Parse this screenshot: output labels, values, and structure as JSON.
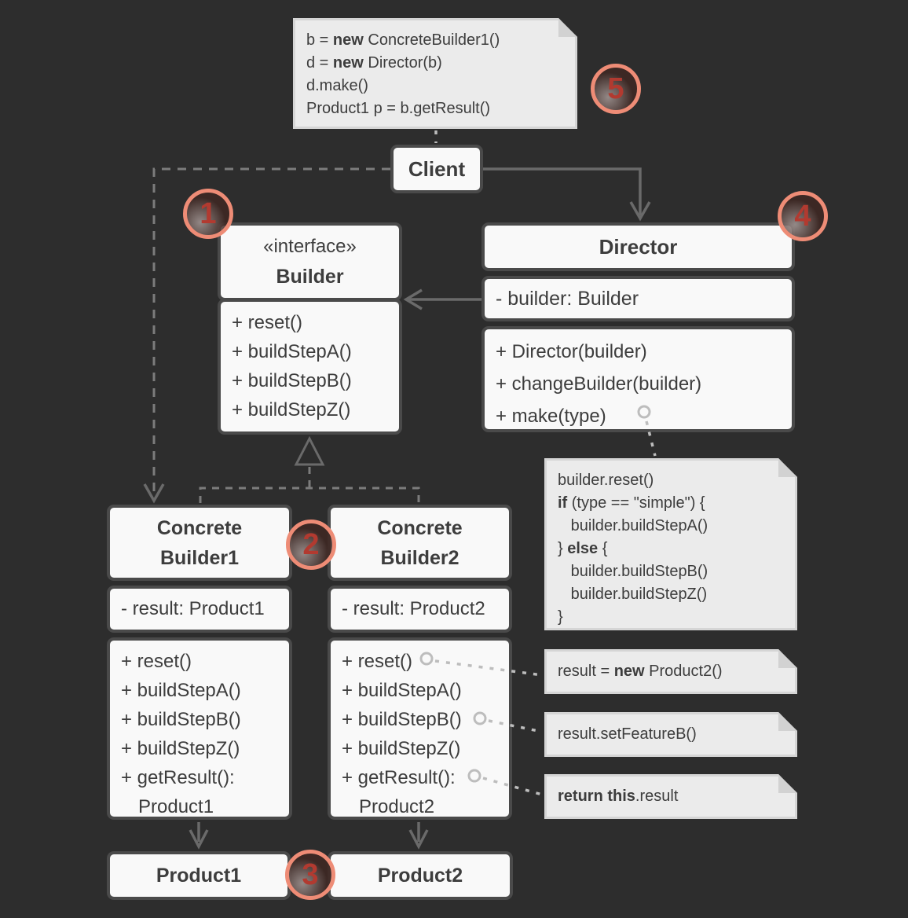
{
  "colors": {
    "bg": "#2d2d2d",
    "boxFill": "#f9f9f9",
    "boxBorder": "#4a4a4a",
    "text": "#3d3d3d",
    "noteFill": "#ebebeb",
    "noteBorder": "#d5d5d5",
    "noteFold": "#d2d2d2",
    "connector": "#6a6a6a",
    "dashedConnector": "#7c7c7c",
    "noteLink": "#bdbdbd",
    "badgeRing": "#ee8c76",
    "badgeFill": "rgba(64,40,35,0.85)",
    "badgeNumber": "#b23a30"
  },
  "classes": {
    "client": {
      "title": "Client"
    },
    "builder": {
      "stereotype": "«interface»",
      "title": "Builder",
      "methods": [
        "+ reset()",
        "+ buildStepA()",
        "+ buildStepB()",
        "+ buildStepZ()"
      ]
    },
    "director": {
      "title": "Director",
      "attribute": "- builder: Builder",
      "methods": [
        "+ Director(builder)",
        "+ changeBuilder(builder)",
        "+ make(type)"
      ]
    },
    "concreteBuilder1": {
      "title_lines": [
        "Concrete",
        "Builder1"
      ],
      "attribute": "- result: Product1",
      "methods": [
        "+ reset()",
        "+ buildStepA()",
        "+ buildStepB()",
        "+ buildStepZ()",
        "+ getResult():",
        "Product1"
      ]
    },
    "concreteBuilder2": {
      "title_lines": [
        "Concrete",
        "Builder2"
      ],
      "attribute": "- result: Product2",
      "methods": [
        "+ reset()",
        "+ buildStepA()",
        "+ buildStepB()",
        "+ buildStepZ()",
        "+ getResult():",
        "Product2"
      ]
    },
    "product1": {
      "title": "Product1"
    },
    "product2": {
      "title": "Product2"
    }
  },
  "notes": {
    "usage": {
      "lines": [
        [
          [
            "b = ",
            false
          ],
          [
            "new",
            true
          ],
          [
            " ConcreteBuilder1()",
            false
          ]
        ],
        [
          [
            "d = ",
            false
          ],
          [
            "new",
            true
          ],
          [
            " Director(b)",
            false
          ]
        ],
        [
          [
            "d.make()",
            false
          ]
        ],
        [
          [
            "Product1 p = b.getResult()",
            false
          ]
        ]
      ]
    },
    "make_impl": {
      "lines": [
        [
          [
            "builder.reset()",
            false
          ]
        ],
        [
          [
            "if",
            true
          ],
          [
            " (type == \"simple\") {",
            false
          ]
        ],
        [
          [
            "   builder.buildStepA()",
            false
          ]
        ],
        [
          [
            "} ",
            false
          ],
          [
            "else",
            true
          ],
          [
            " {",
            false
          ]
        ],
        [
          [
            "   builder.buildStepB()",
            false
          ]
        ],
        [
          [
            "   builder.buildStepZ()",
            false
          ]
        ],
        [
          [
            "}",
            false
          ]
        ]
      ]
    },
    "reset_impl": {
      "line": [
        [
          "result = ",
          false
        ],
        [
          "new",
          true
        ],
        [
          " Product2()",
          false
        ]
      ]
    },
    "stepb_impl": {
      "line": [
        [
          "result.setFeatureB()",
          false
        ]
      ]
    },
    "getresult_impl": {
      "line": [
        [
          "return this",
          true
        ],
        [
          ".result",
          false
        ]
      ]
    }
  },
  "badges": [
    "1",
    "2",
    "3",
    "4",
    "5"
  ]
}
